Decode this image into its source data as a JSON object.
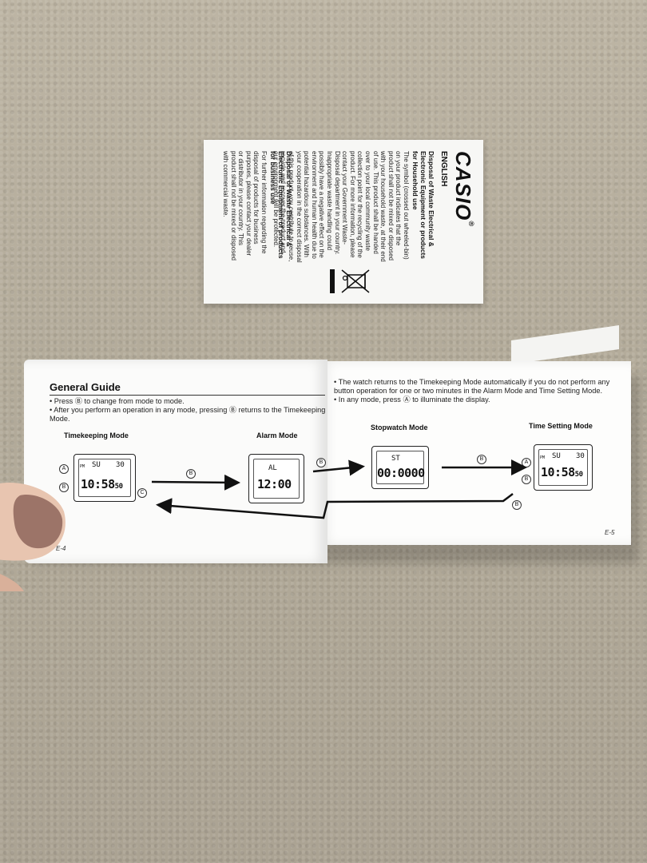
{
  "leaflet": {
    "logo": "CASIO",
    "registered": "®",
    "language": "ENGLISH",
    "heading1": "Disposal of Waste Electrical & Electronic Equipment or products for Household use",
    "body1": "The symbol (crossed out wheeled-bin) on your product indicates that the product shall not be mixed or disposed with your household waste, at their end of use. This product shall be handed over to your local community waste collection point for the recycling of the product. For more information, please contact your Government Waste-Disposal department in your country. Inappropriate waste handling could possibly have a negative effect on the environment and human health due to potential hazardous substances. With your cooperation in the correct disposal of this product, you contribute to reuse, recycle and recover the product and our environment will be protected.",
    "heading2": "Disposal of Waste Electrical & Electronic Equipment of products for business use",
    "body2": "For further information regarding the disposal of products for business purposes, please contact your dealer or distributor in your country. This product shall not be mixed or disposed with commercial waste.",
    "icon": "crossed-out-wheeled-bin-icon"
  },
  "manual": {
    "title": "General Guide",
    "left_bullets": [
      "• Press Ⓑ to change from mode to mode.",
      "• After you perform an operation in any mode, pressing Ⓑ returns to the Timekeeping",
      "  Mode."
    ],
    "right_bullets": [
      "• The watch returns to the Timekeeping Mode automatically if you do not perform any",
      "  button operation for one or two minutes in the Alarm Mode and Time Setting Mode.",
      "• In any mode, press Ⓐ to illuminate the display."
    ],
    "modes": {
      "timekeeping": {
        "label": "Timekeeping Mode",
        "pm": "PM",
        "day": "SU",
        "date": "30",
        "time": "10:58",
        "seconds": "50"
      },
      "alarm": {
        "label": "Alarm Mode",
        "tag": "AL",
        "time": "12:00"
      },
      "stopwatch": {
        "label": "Stopwatch Mode",
        "tag": "ST",
        "time": "00:00",
        "hundredths": "00"
      },
      "time_setting": {
        "label": "Time Setting Mode",
        "pm": "PM",
        "day": "SU",
        "date": "30",
        "time": "10:58",
        "seconds": "50"
      }
    },
    "buttons": {
      "a": "A",
      "b": "B",
      "c": "C"
    },
    "page_left": "E-4",
    "page_right": "E-5"
  }
}
